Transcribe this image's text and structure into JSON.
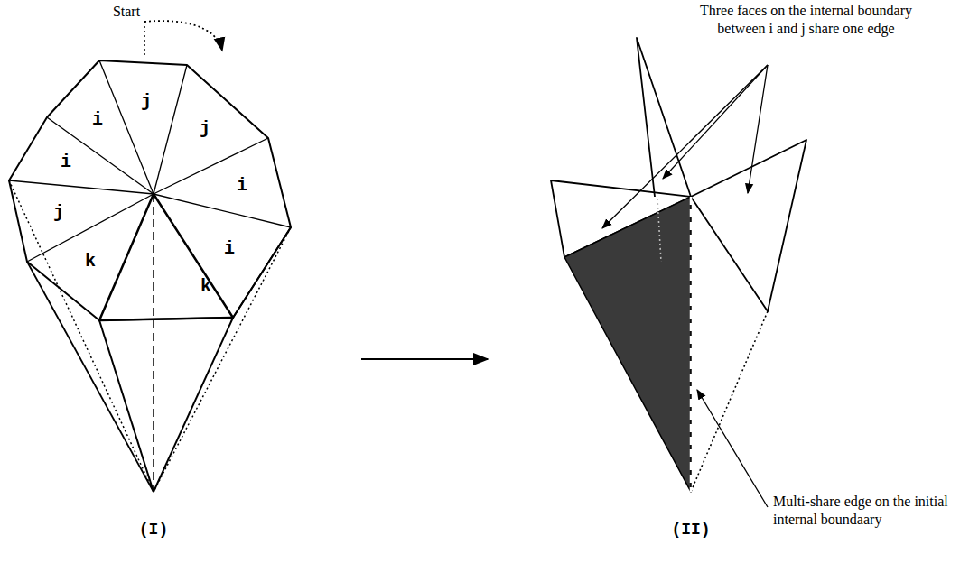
{
  "diagram": {
    "labels": [
      "Start",
      "j",
      "i",
      "j",
      "i",
      "i",
      "j",
      "i",
      "k",
      "k",
      "Three faces on the internal boundary between i and j share one edge",
      "Multi-share edge on the initial internal boundaary",
      "(I)",
      "(II)"
    ]
  }
}
